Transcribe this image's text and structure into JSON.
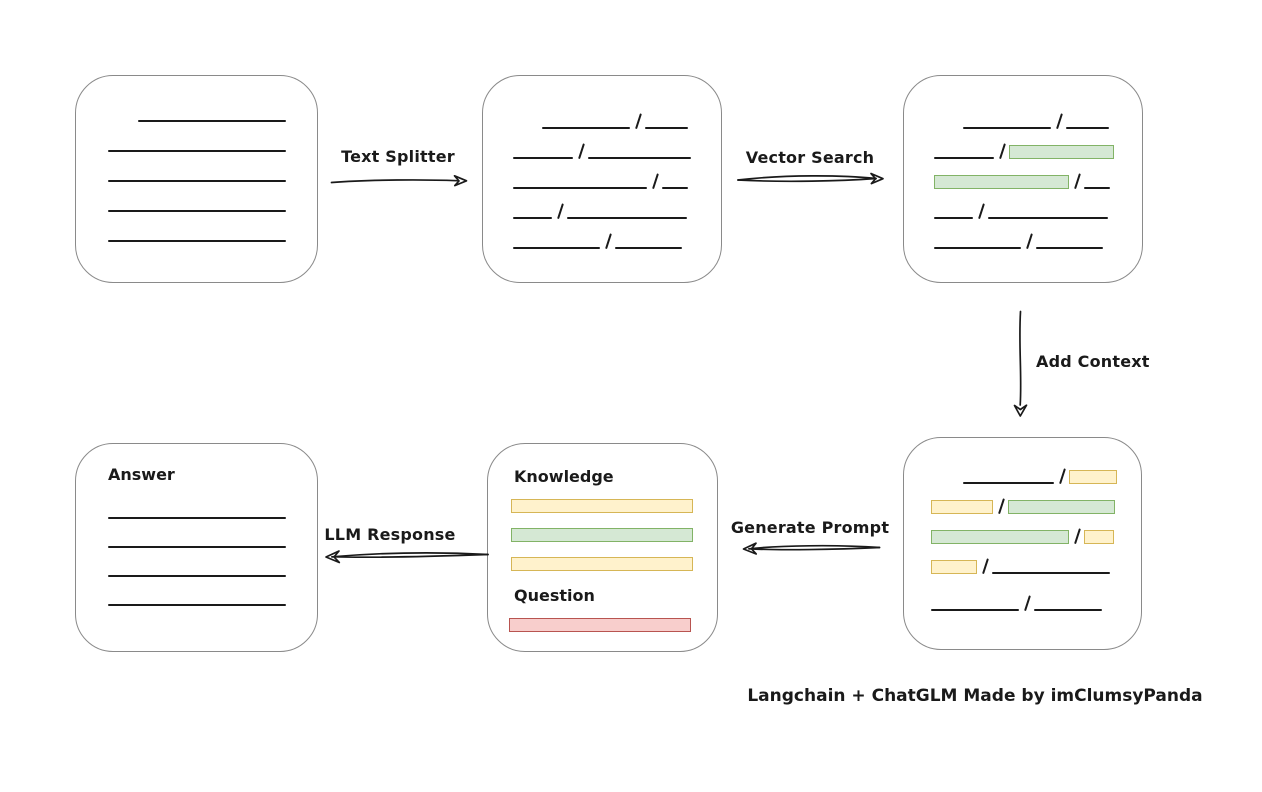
{
  "colors": {
    "background": "#ffffff",
    "box_border": "#8a8a8a",
    "ink": "#1a1a1a",
    "green_fill": "#d5e8d4",
    "green_border": "#82b366",
    "yellow_fill": "#fff2cc",
    "yellow_border": "#d6b656",
    "red_fill": "#f8cecc",
    "red_border": "#b85450"
  },
  "arrows": {
    "text_splitter": {
      "label": "Text Splitter",
      "direction": "right"
    },
    "vector_search": {
      "label": "Vector Search",
      "direction": "right"
    },
    "add_context": {
      "label": "Add Context",
      "direction": "down"
    },
    "generate_prompt": {
      "label": "Generate Prompt",
      "direction": "left"
    },
    "llm_response": {
      "label": "LLM Response",
      "direction": "left"
    }
  },
  "boxes": {
    "document": {
      "description": "source document with plain text lines",
      "rows": [
        {
          "indent": 30,
          "segs": [
            {
              "t": "line",
              "w": 148
            }
          ]
        },
        {
          "segs": [
            {
              "t": "line",
              "w": 178
            }
          ]
        },
        {
          "segs": [
            {
              "t": "line",
              "w": 178
            }
          ]
        },
        {
          "segs": [
            {
              "t": "line",
              "w": 178
            }
          ]
        },
        {
          "segs": [
            {
              "t": "line",
              "w": 178
            }
          ]
        }
      ]
    },
    "split_text": {
      "description": "text split into chunks separated by slashes",
      "rows": [
        {
          "indent": 29,
          "segs": [
            {
              "t": "line",
              "w": 88
            },
            {
              "t": "slash"
            },
            {
              "t": "line",
              "w": 43
            }
          ]
        },
        {
          "segs": [
            {
              "t": "line",
              "w": 60
            },
            {
              "t": "slash"
            },
            {
              "t": "line",
              "w": 103
            }
          ]
        },
        {
          "segs": [
            {
              "t": "line",
              "w": 134
            },
            {
              "t": "slash"
            },
            {
              "t": "line",
              "w": 26
            }
          ]
        },
        {
          "segs": [
            {
              "t": "line",
              "w": 39
            },
            {
              "t": "slash"
            },
            {
              "t": "line",
              "w": 120
            }
          ]
        },
        {
          "segs": [
            {
              "t": "line",
              "w": 87
            },
            {
              "t": "slash"
            },
            {
              "t": "line",
              "w": 67
            }
          ]
        }
      ]
    },
    "vector_matches": {
      "description": "chunks matched by vector search highlighted green",
      "rows": [
        {
          "indent": 29,
          "segs": [
            {
              "t": "line",
              "w": 88
            },
            {
              "t": "slash"
            },
            {
              "t": "line",
              "w": 43
            }
          ]
        },
        {
          "segs": [
            {
              "t": "line",
              "w": 60
            },
            {
              "t": "slash"
            },
            {
              "t": "green",
              "w": 105
            }
          ]
        },
        {
          "segs": [
            {
              "t": "green",
              "w": 135
            },
            {
              "t": "slash"
            },
            {
              "t": "line",
              "w": 26
            }
          ]
        },
        {
          "segs": [
            {
              "t": "line",
              "w": 39
            },
            {
              "t": "slash"
            },
            {
              "t": "line",
              "w": 120
            }
          ]
        },
        {
          "segs": [
            {
              "t": "line",
              "w": 87
            },
            {
              "t": "slash"
            },
            {
              "t": "line",
              "w": 67
            }
          ]
        }
      ]
    },
    "context": {
      "description": "matched chunks plus neighbouring context highlighted yellow",
      "rows": [
        {
          "indent": 32,
          "segs": [
            {
              "t": "line",
              "w": 91
            },
            {
              "t": "slash"
            },
            {
              "t": "yellow",
              "w": 48
            }
          ]
        },
        {
          "segs": [
            {
              "t": "yellow",
              "w": 62
            },
            {
              "t": "slash"
            },
            {
              "t": "green",
              "w": 107
            }
          ]
        },
        {
          "segs": [
            {
              "t": "green",
              "w": 138
            },
            {
              "t": "slash"
            },
            {
              "t": "yellow",
              "w": 30
            }
          ]
        },
        {
          "segs": [
            {
              "t": "yellow",
              "w": 46
            },
            {
              "t": "slash"
            },
            {
              "t": "line",
              "w": 118
            }
          ]
        },
        {
          "mt": 7,
          "segs": [
            {
              "t": "line",
              "w": 88
            },
            {
              "t": "slash"
            },
            {
              "t": "line",
              "w": 68
            }
          ]
        }
      ]
    },
    "prompt": {
      "knowledge_label": "Knowledge",
      "question_label": "Question",
      "knowledge_rows": [
        {
          "segs": [
            {
              "t": "yellow",
              "w": 182
            }
          ]
        },
        {
          "segs": [
            {
              "t": "green",
              "w": 182
            }
          ]
        },
        {
          "segs": [
            {
              "t": "yellow",
              "w": 182
            }
          ]
        }
      ],
      "question_rows": [
        {
          "segs": [
            {
              "t": "red",
              "w": 182
            }
          ]
        }
      ]
    },
    "answer": {
      "label": "Answer",
      "rows": [
        {
          "segs": [
            {
              "t": "line",
              "w": 178
            }
          ]
        },
        {
          "segs": [
            {
              "t": "line",
              "w": 178
            }
          ]
        },
        {
          "segs": [
            {
              "t": "line",
              "w": 178
            }
          ]
        },
        {
          "segs": [
            {
              "t": "line",
              "w": 178
            }
          ]
        }
      ]
    }
  },
  "footer": {
    "credit": "Langchain + ChatGLM Made by imClumsyPanda"
  }
}
